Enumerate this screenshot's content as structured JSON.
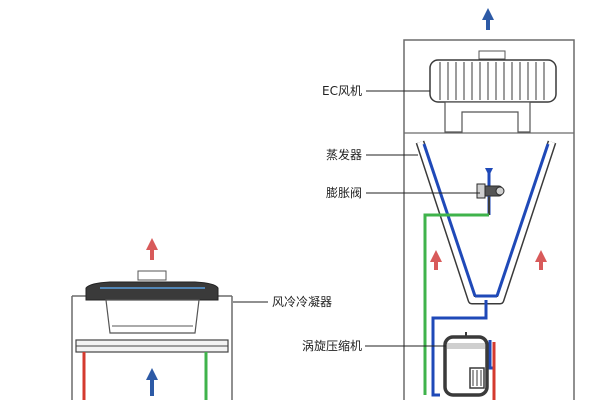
{
  "colors": {
    "blue": "#1f49b8",
    "green": "#3fb34b",
    "red": "#d43a2f",
    "arrow_blue": "#2d5aa6",
    "arrow_red": "#d85a5a",
    "outline": "#6b6b6b",
    "fan_dark": "#3a3a3a"
  },
  "labels": {
    "ec_fan": "EC风机",
    "evaporator": "蒸发器",
    "expansion_valve": "膨胀阀",
    "air_cooled_condenser": "风冷冷凝器",
    "scroll_compressor": "涡旋压缩机"
  },
  "icons": {
    "airflow_up": "arrow-up-icon",
    "fan": "fan-icon",
    "valve": "valve-icon",
    "compressor": "compressor-icon"
  }
}
